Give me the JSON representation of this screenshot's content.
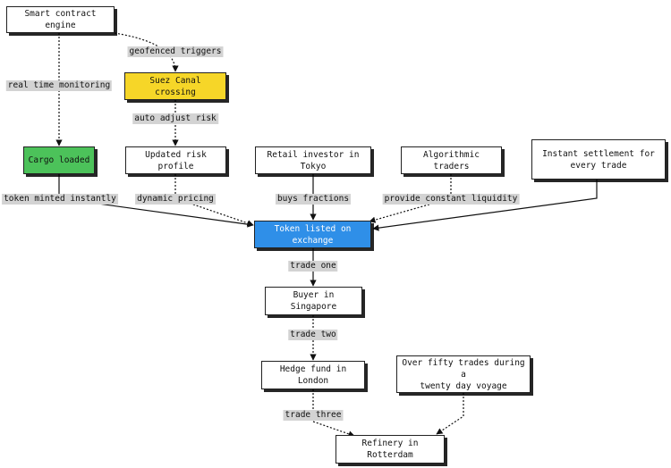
{
  "nodes": {
    "smart_contract_engine": "Smart contract engine",
    "suez_canal_crossing": "Suez Canal crossing",
    "cargo_loaded": "Cargo loaded",
    "updated_risk_profile": "Updated risk profile",
    "retail_investor_tokyo": "Retail investor in Tokyo",
    "algorithmic_traders": "Algorithmic traders",
    "instant_settlement": "Instant settlement for\nevery trade",
    "token_listed": "Token listed on exchange",
    "buyer_singapore": "Buyer in Singapore",
    "hedge_fund_london": "Hedge fund in London",
    "over_fifty_trades": "Over fifty trades during a\ntwenty day voyage",
    "refinery_rotterdam": "Refinery in Rotterdam"
  },
  "edges": {
    "real_time_monitoring": "real time monitoring",
    "geofenced_triggers": "geofenced triggers",
    "auto_adjust_risk": "auto adjust risk",
    "token_minted_instantly": "token minted instantly",
    "dynamic_pricing": "dynamic pricing",
    "buys_fractions": "buys fractions",
    "provide_constant_liquidity": "provide constant liquidity",
    "trade_one": "trade one",
    "trade_two": "trade two",
    "trade_three": "trade three"
  },
  "colors": {
    "cargo_loaded": "#4cc25a",
    "suez_canal_crossing": "#f6d628",
    "token_listed": "#2f8fe8"
  }
}
